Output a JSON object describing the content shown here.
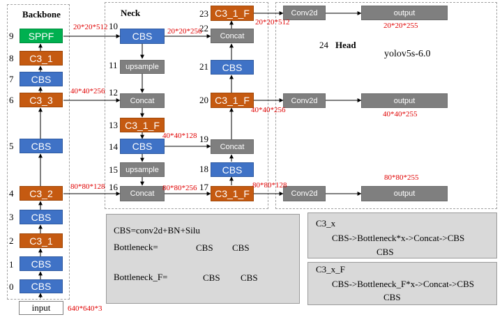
{
  "sections": {
    "backbone": "Backbone",
    "neck": "Neck",
    "head_num": "24",
    "head": "Head",
    "model": "yolov5s-6.0"
  },
  "backbone": [
    {
      "num": "0",
      "label": "CBS"
    },
    {
      "num": "1",
      "label": "CBS"
    },
    {
      "num": "2",
      "label": "C3_1"
    },
    {
      "num": "3",
      "label": "CBS"
    },
    {
      "num": "4",
      "label": "C3_2"
    },
    {
      "num": "5",
      "label": "CBS"
    },
    {
      "num": "6",
      "label": "C3_3"
    },
    {
      "num": "7",
      "label": "CBS"
    },
    {
      "num": "8",
      "label": "C3_1"
    },
    {
      "num": "9",
      "label": "SPPF"
    }
  ],
  "input": {
    "label": "input",
    "dim": "640*640*3"
  },
  "neck_left": [
    {
      "num": "10",
      "label": "CBS"
    },
    {
      "num": "11",
      "label": "upsample"
    },
    {
      "num": "12",
      "label": "Concat"
    },
    {
      "num": "13",
      "label": "C3_1_F"
    },
    {
      "num": "14",
      "label": "CBS"
    },
    {
      "num": "15",
      "label": "upsample"
    },
    {
      "num": "16",
      "label": "Concat"
    }
  ],
  "neck_right": [
    {
      "num": "17",
      "label": "C3_1_F"
    },
    {
      "num": "18",
      "label": "CBS"
    },
    {
      "num": "19",
      "label": "Concat"
    },
    {
      "num": "20",
      "label": "C3_1_F"
    },
    {
      "num": "21",
      "label": "CBS"
    },
    {
      "num": "22",
      "label": "Concat"
    },
    {
      "num": "23",
      "label": "C3_1_F"
    }
  ],
  "head": [
    {
      "conv": "Conv2d",
      "out": "output",
      "dim": "20*20*255"
    },
    {
      "conv": "Conv2d",
      "out": "output",
      "dim": "40*40*255"
    },
    {
      "conv": "Conv2d",
      "out": "output",
      "dim": "80*80*255"
    }
  ],
  "dims": {
    "sppf_out": "20*20*512",
    "cbs10_out": "20*20*256",
    "c3_23_out": "20*20*512",
    "c3_3_out": "40*40*256",
    "c3_20_out": "40*40*256",
    "cbs14_out": "40*40*128",
    "c3_2_out": "80*80*128",
    "concat16_out": "80*80*256",
    "c3_17_out": "80*80*128"
  },
  "legend": {
    "cbs_def": "CBS=conv2d+BN+Silu",
    "bottleneck": "Bottleneck=",
    "cbs": "CBS",
    "bottleneck_f": "Bottleneck_F=",
    "c3x_title": "C3_x",
    "c3x_flow": "CBS->Bottleneck*x->Concat->CBS",
    "c3xf_title": "C3_x_F",
    "c3xf_flow": "CBS->Bottleneck_F*x->Concat->CBS"
  }
}
